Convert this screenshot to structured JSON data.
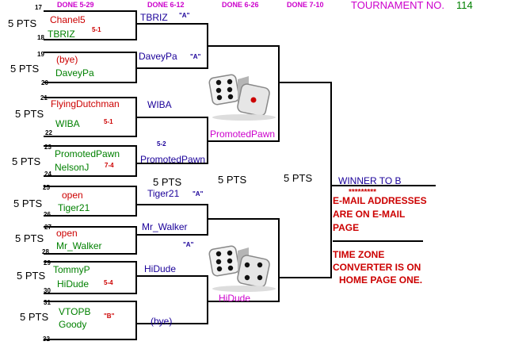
{
  "header": {
    "round1": "DONE  5-29",
    "round2": "DONE  6-12",
    "round3": "DONE  6-26",
    "round4": "DONE  7-10",
    "tournament_label": "TOURNAMENT NO.",
    "tournament_number": "114"
  },
  "round1": [
    {
      "seed_top": "17",
      "top": "Chanel5",
      "seed_bottom": "18",
      "bottom": "TBRIZ",
      "score": "5-1",
      "pts": "5 PTS"
    },
    {
      "seed_top": "19",
      "top": "(bye)",
      "seed_bottom": "20",
      "bottom": "DaveyPa",
      "score": "",
      "pts": "5 PTS"
    },
    {
      "seed_top": "21",
      "top": "FlyingDutchman",
      "seed_bottom": "22",
      "bottom": "WIBA",
      "score": "5-1",
      "pts": "5 PTS"
    },
    {
      "seed_top": "23",
      "top": "PromotedPawn",
      "seed_bottom": "24",
      "bottom": "NelsonJ",
      "score": "7-4",
      "pts": "5 PTS"
    },
    {
      "seed_top": "25",
      "top": "open",
      "seed_bottom": "26",
      "bottom": "Tiger21",
      "score": "",
      "pts": "5 PTS"
    },
    {
      "seed_top": "27",
      "top": "open",
      "seed_bottom": "28",
      "bottom": "Mr_Walker",
      "score": "",
      "pts": "5 PTS"
    },
    {
      "seed_top": "29",
      "top": "TommyP",
      "seed_bottom": "30",
      "bottom": "HiDude",
      "score": "5-4",
      "pts": "5 PTS"
    },
    {
      "seed_top": "31",
      "top": "VTOPB",
      "seed_bottom": "32",
      "bottom": "Goody",
      "score": "\"B\"",
      "pts": "5 PTS"
    }
  ],
  "round2": [
    {
      "name": "TBRIZ",
      "grade": "\"A\""
    },
    {
      "name": "DaveyPa",
      "grade": "\"A\""
    },
    {
      "name": "WIBA",
      "grade": ""
    },
    {
      "name": "PromotedPawn",
      "grade": "",
      "score": "5-2"
    },
    {
      "name": "Tiger21",
      "grade": "\"A\""
    },
    {
      "name": "Mr_Walker",
      "grade": "\"A\""
    },
    {
      "name": "HiDude",
      "grade": ""
    },
    {
      "name": "(bye)",
      "grade": ""
    }
  ],
  "round2_pts": "5 PTS",
  "round3": [
    {
      "name": "PromotedPawn"
    },
    {
      "name": "HiDude"
    }
  ],
  "round3_pts": "5 PTS",
  "round4_pts": "5 PTS",
  "winner": "WINNER TO B",
  "notes": {
    "stars": "*********",
    "line1": "E-MAIL ADDRESSES",
    "line2": "ARE ON E-MAIL",
    "line3": "PAGE",
    "line4": "TIME ZONE",
    "line5": "CONVERTER  IS ON",
    "line6": "HOME PAGE ONE."
  },
  "icons": [
    "dice-icon"
  ]
}
